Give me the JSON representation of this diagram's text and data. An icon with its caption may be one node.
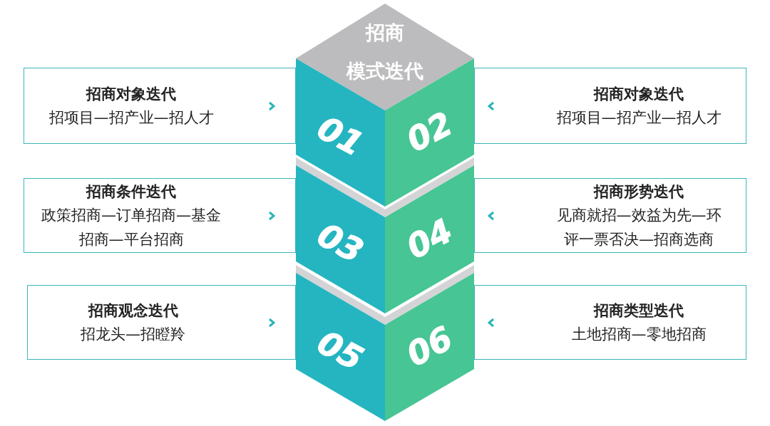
{
  "diagram": {
    "nodes": [
      {
        "text": [
          "招商模式迭代"
        ]
      },
      {
        "text": [
          "招商对象迭代",
          "招项目—招产业—招人才"
        ]
      },
      {
        "text": [
          "01"
        ]
      },
      {
        "text": [
          "02"
        ]
      },
      {
        "text": [
          "招商对象迭代",
          "招项目—招产业—招人才"
        ]
      },
      {
        "text": [
          "招商条件迭代",
          "政策招商—订单招商—基金招商—平台招商"
        ]
      },
      {
        "text": [
          "03"
        ]
      },
      {
        "text": [
          "04"
        ]
      },
      {
        "text": [
          "招商形势迭代",
          "见商就招—效益为先—环评一票否决—招商选商"
        ]
      },
      {
        "text": [
          "招商观念迭代",
          "招龙头—招瞪羚"
        ]
      },
      {
        "text": [
          "05"
        ]
      },
      {
        "text": [
          "06"
        ]
      },
      {
        "text": [
          "招商类型迭代",
          "土地招商—零地招商"
        ]
      }
    ]
  }
}
